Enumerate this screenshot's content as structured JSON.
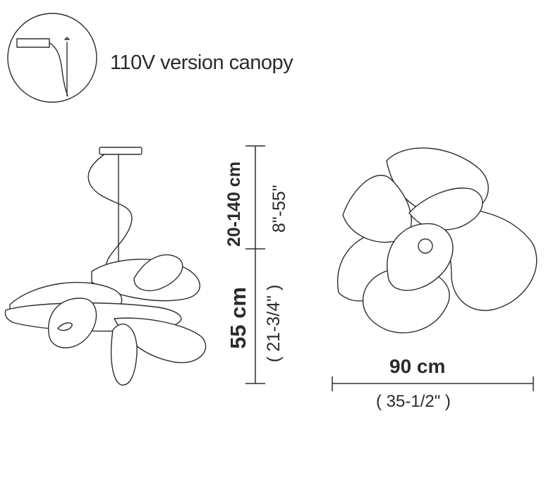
{
  "canopy_inset": {
    "label": "110V version canopy"
  },
  "dimensions": {
    "cable_length_metric": "20-140 cm",
    "cable_length_imperial": "8\"-55\"",
    "height_metric": "55 cm",
    "height_imperial": "( 21-3/4\" )",
    "diameter_metric": "90 cm",
    "diameter_imperial": "( 35-1/2\" )"
  },
  "colors": {
    "line": "#2e2e2e",
    "background": "#ffffff"
  }
}
